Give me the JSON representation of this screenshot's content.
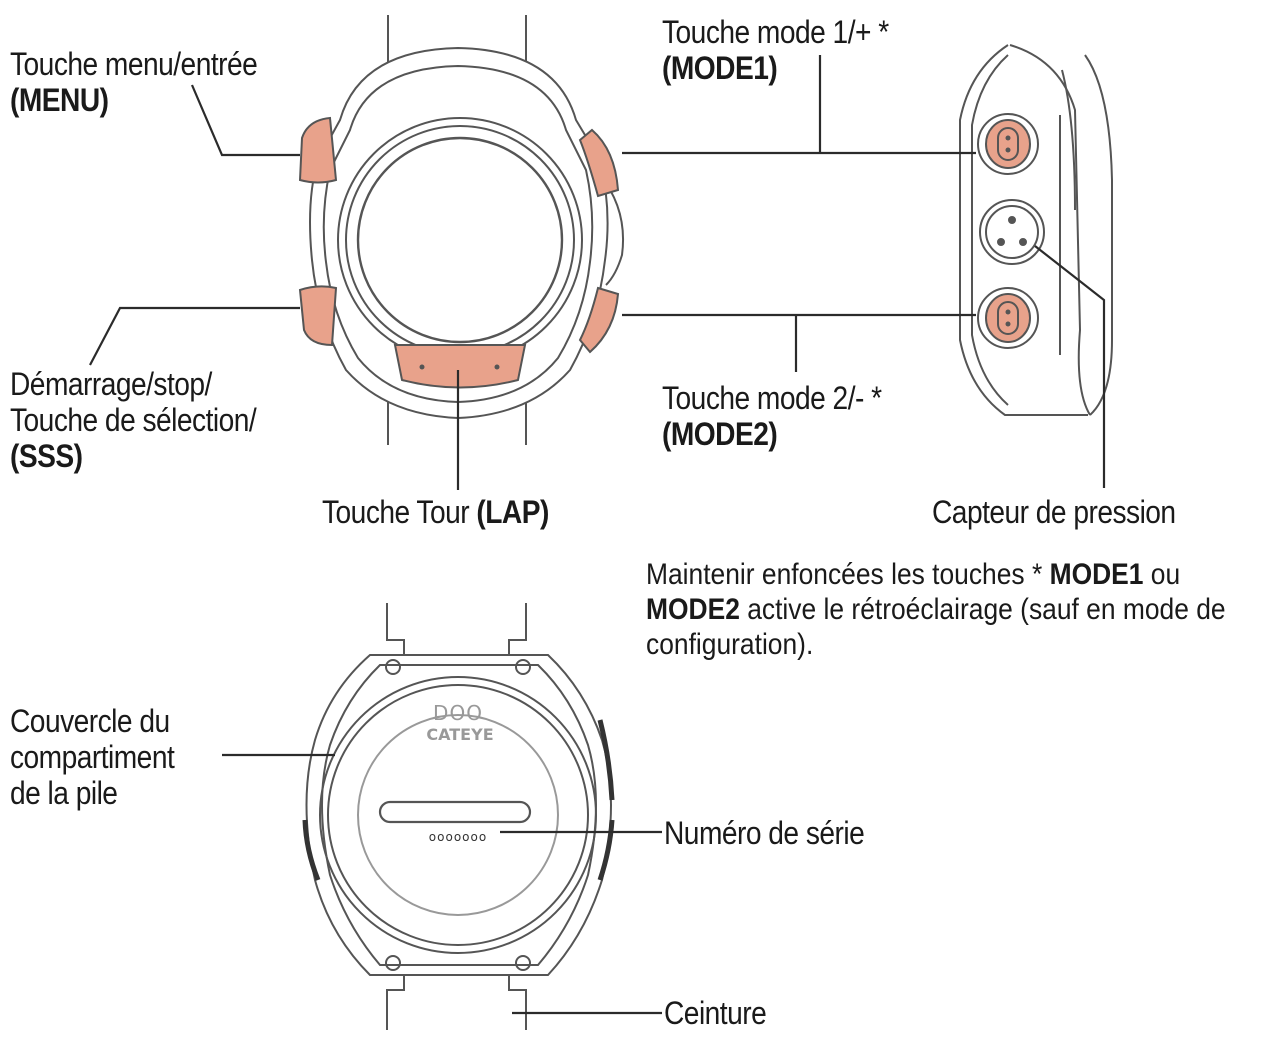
{
  "colors": {
    "button_fill": "#e8a28b",
    "line": "#2b2b2b",
    "watch_line": "#5a5a5a"
  },
  "labels": {
    "menu_line1": "Touche  menu/entrée",
    "menu_line2": "(MENU)",
    "mode1_line1": "Touche mode 1/+ *",
    "mode1_line2": "(MODE1)",
    "sss_line1": "Démarrage/stop/",
    "sss_line2": "Touche de sélection/",
    "sss_line3": "(SSS)",
    "lap_text": "Touche Tour ",
    "lap_code": "(LAP)",
    "mode2_line1": "Touche mode 2/- *",
    "mode2_line2": "(MODE2)",
    "pressure": "Capteur de pression",
    "cover_line1": "Couvercle du",
    "cover_line2": "compartiment",
    "cover_line3": "de la pile",
    "serial": "Numéro de série",
    "strap": "Ceinture"
  },
  "note": {
    "part1": "Maintenir enfoncées les touches *  ",
    "mode1": "MODE1",
    "part2": " ou ",
    "mode2": "MODE2",
    "part3": " active le rétroéclairage (sauf en mode de configuration)."
  },
  "back_case": {
    "brand": "CATEYE",
    "logo": "DOO",
    "serial_dots": "ooooooo"
  },
  "icons": {
    "watch_front": "watch-front-icon",
    "watch_side": "watch-side-icon",
    "watch_back": "watch-back-icon"
  }
}
